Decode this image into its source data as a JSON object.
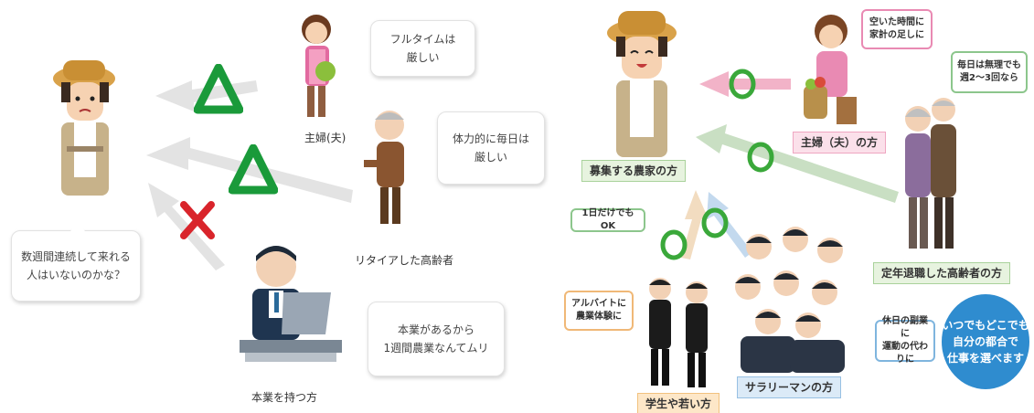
{
  "header": {
    "title_fragment": ""
  },
  "left": {
    "farmer_bubble": [
      "数週間連続して来れる",
      "人はいないのかな？"
    ],
    "housewife": {
      "bubble": [
        "フルタイムは",
        "厳しい"
      ],
      "caption": "主婦(夫)",
      "mark": "△"
    },
    "retiree": {
      "bubble": [
        "体力的に毎日は",
        "厳しい"
      ],
      "caption": "リタイアした高齢者",
      "mark": "△"
    },
    "worker": {
      "bubble": [
        "本業があるから",
        "1週間農業なんてムリ"
      ],
      "caption": "本業を持つ方",
      "mark": "✕"
    }
  },
  "right": {
    "farmer_label": "募集する農家の方",
    "housewife": {
      "bubble": [
        "空いた時間に",
        "家計の足しに"
      ],
      "label": "主婦（夫）の方",
      "mark": "○"
    },
    "retiree": {
      "bubble": [
        "毎日は無理でも",
        "週2〜3回なら"
      ],
      "label": "定年退職した高齢者の方",
      "mark": "○"
    },
    "one_day": {
      "bubble": [
        "1日だけでもOK"
      ]
    },
    "students": {
      "bubble": [
        "アルバイトに",
        "農業体験に"
      ],
      "label": "学生や若い方",
      "mark": "○"
    },
    "salaryman": {
      "bubble": [
        "休日の副業に",
        "運動の代わりに"
      ],
      "label": "サラリーマンの方",
      "mark": "○"
    },
    "circle": [
      "いつでもどこでも",
      "自分の都合で",
      "仕事を選べます"
    ]
  },
  "colors": {
    "triangle_green": "#1a9a3a",
    "cross_red": "#d9242b",
    "circle_green": "#3aa83a",
    "arrow_grey": "#e3e3e3",
    "arrow_pink": "#f2b3c8",
    "arrow_green": "#c9dfc3",
    "accent_blue": "#2f8ccf"
  },
  "icons": [
    "farmer-illustration",
    "housewife-illustration",
    "retiree-illustration",
    "office-worker-illustration",
    "students-illustration",
    "salaryman-group-illustration"
  ]
}
